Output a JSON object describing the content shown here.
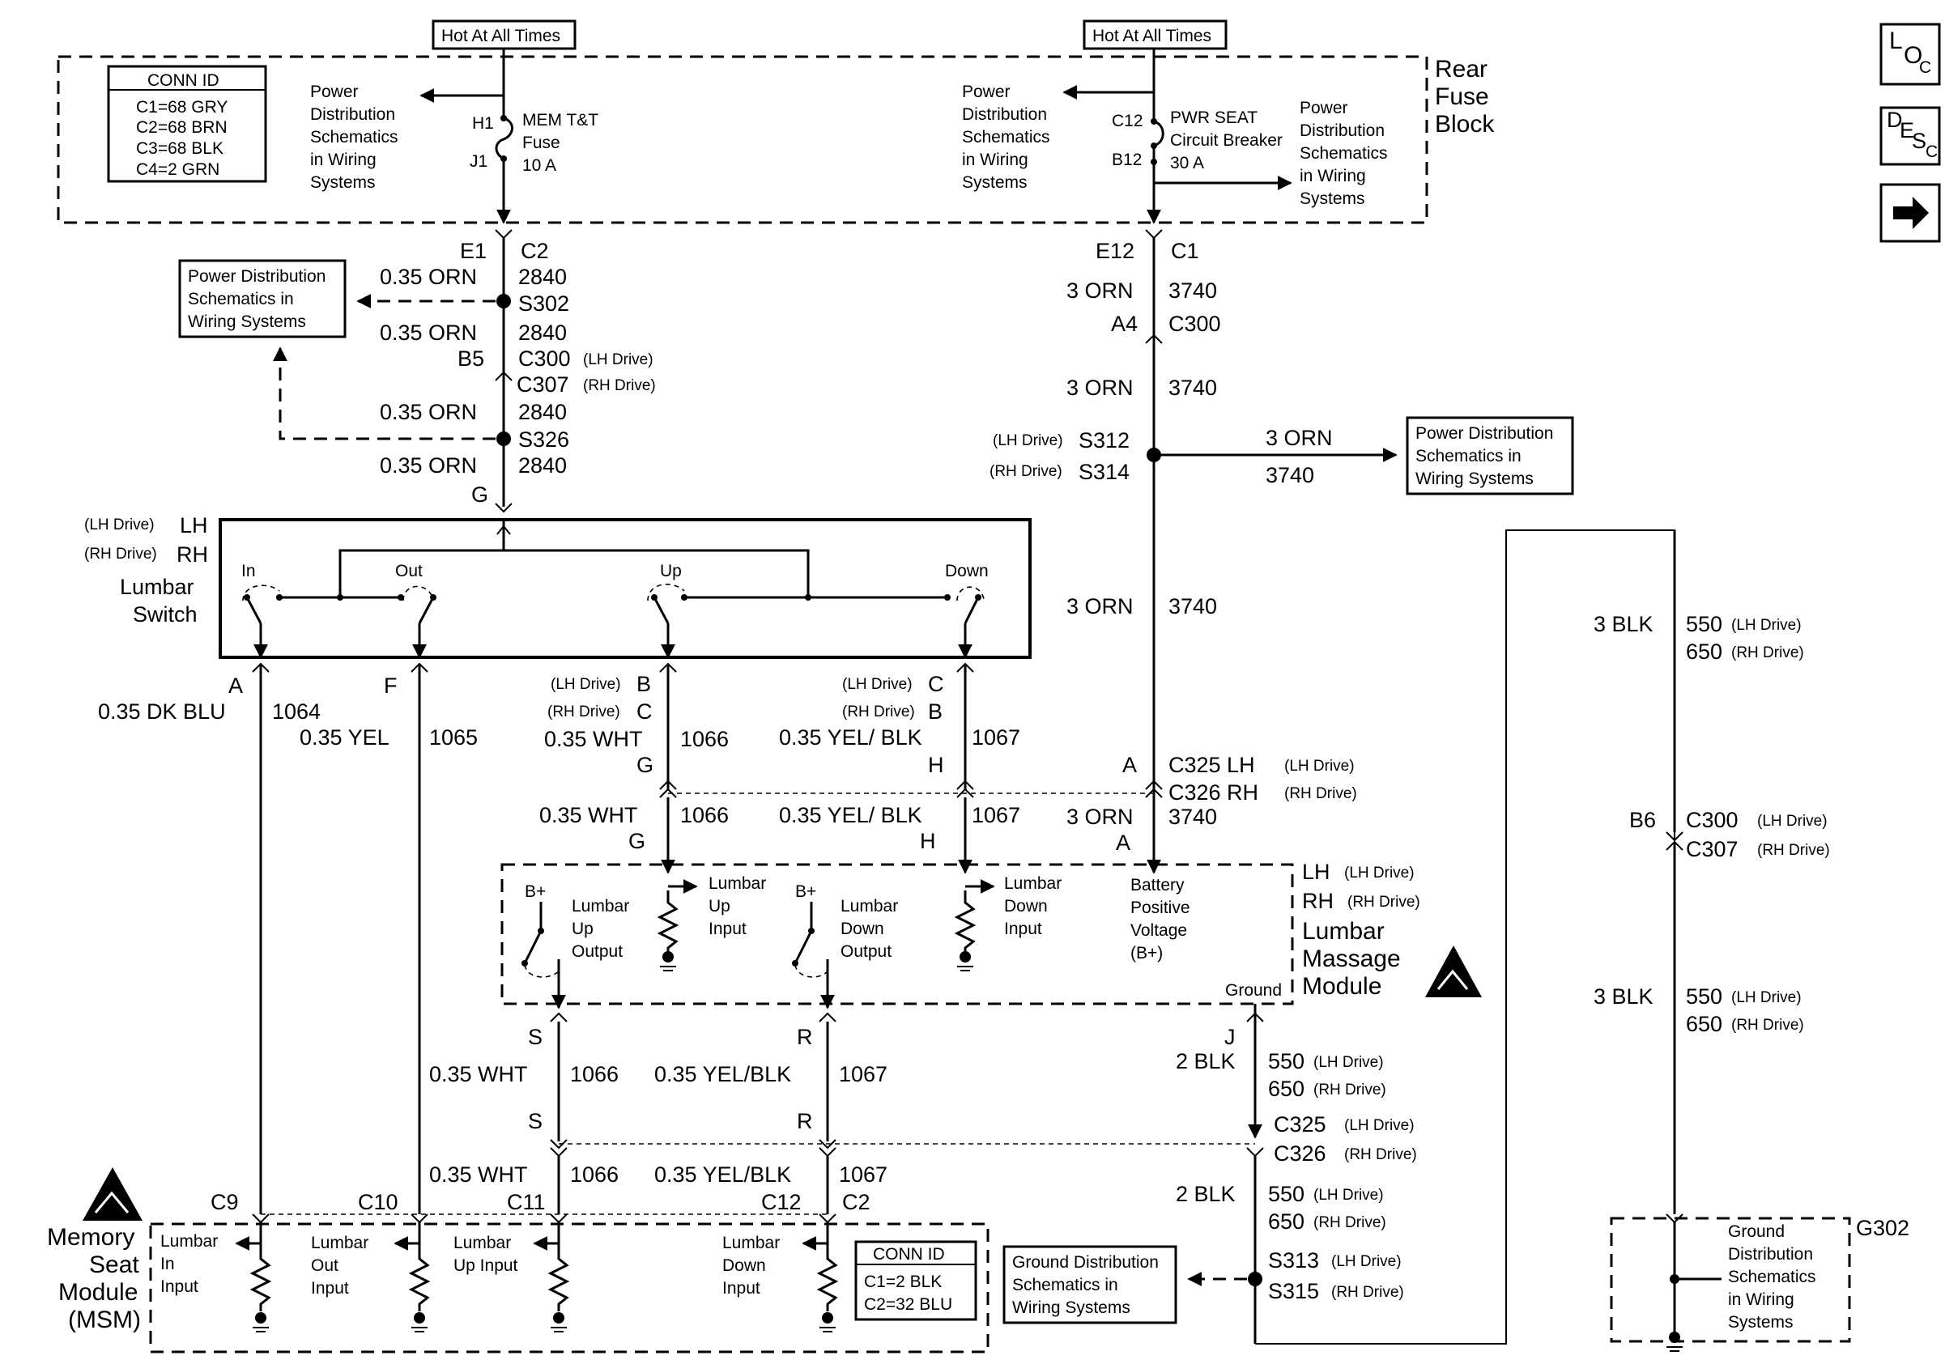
{
  "top": {
    "hot_left": "Hot At All Times",
    "hot_right": "Hot At All Times",
    "rear_fuse_block": [
      "Rear",
      "Fuse",
      "Block"
    ],
    "conn_id": {
      "title": "CONN ID",
      "lines": [
        "C1=68 GRY",
        "C2=68 BRN",
        "C3=68 BLK",
        "C4=2 GRN"
      ]
    },
    "pd_left": [
      "Power",
      "Distribution",
      "Schematics",
      "in Wiring",
      "Systems"
    ],
    "fuse_left": {
      "h1": "H1",
      "j1": "J1",
      "name": [
        "MEM T&T",
        "Fuse",
        "10 A"
      ]
    },
    "pd_mid": [
      "Power",
      "Distribution",
      "Schematics",
      "in Wiring",
      "Systems"
    ],
    "breaker": {
      "c12": "C12",
      "b12": "B12",
      "name": [
        "PWR SEAT",
        "Circuit Breaker",
        "30 A"
      ]
    },
    "pd_right": [
      "Power",
      "Distribution",
      "Schematics",
      "in Wiring",
      "Systems"
    ]
  },
  "nav_icons": {
    "loc": [
      "L",
      "O",
      "C"
    ],
    "desc": [
      "D",
      "E",
      "S",
      "C"
    ],
    "next": "next-arrow"
  },
  "left_feed": {
    "e1": "E1",
    "c2": "C2",
    "w1": "0.35 ORN",
    "c1": "2840",
    "s302": "S302",
    "w2": "0.35 ORN",
    "c2n": "2840",
    "b5": "B5",
    "c300": "C300",
    "c300_lh": "(LH Drive)",
    "c307": "C307",
    "c307_rh": "(RH Drive)",
    "w3": "0.35 ORN",
    "c3": "2840",
    "s326": "S326",
    "w4": "0.35 ORN",
    "c4": "2840",
    "g": "G",
    "pd_box": [
      "Power Distribution",
      "Schematics in",
      "Wiring Systems"
    ]
  },
  "right_feed": {
    "e12": "E12",
    "c1": "C1",
    "w1": "3 ORN",
    "n1": "3740",
    "a4": "A4",
    "c300": "C300",
    "w2": "3 ORN",
    "n2": "3740",
    "s312_pre": "(LH Drive)",
    "s312": "S312",
    "s314_pre": "(RH Drive)",
    "s314": "S314",
    "branch_w": "3 ORN",
    "branch_n": "3740",
    "pd_box": [
      "Power Distribution",
      "Schematics in",
      "Wiring Systems"
    ],
    "w3": "3 ORN",
    "n3": "3740"
  },
  "lumbar_switch": {
    "lh_pre": "(LH Drive)",
    "lh": "LH",
    "rh_pre": "(RH Drive)",
    "rh": "RH",
    "name": [
      "Lumbar",
      "Switch"
    ],
    "contacts": [
      "In",
      "Out",
      "Up",
      "Down"
    ]
  },
  "switch_outputs": {
    "a": "A",
    "a_w": "0.35 DK BLU",
    "a_n": "1064",
    "f": "F",
    "f_w": "0.35 YEL",
    "f_n": "1065",
    "b_pre": "(LH Drive)",
    "b": "B",
    "c_pre": "(RH Drive)",
    "c": "C",
    "b_w": "0.35 WHT",
    "b_n": "1066",
    "b_g": "G",
    "cc_pre": "(LH Drive)",
    "cc": "C",
    "bb_pre": "(RH Drive)",
    "bb": "B",
    "c_w": "0.35 YEL/ BLK",
    "c_n": "1067",
    "c_h": "H"
  },
  "c325": {
    "a": "A",
    "c325": "C325 LH",
    "c325_sfx": "(LH Drive)",
    "c326": "C326 RH",
    "c326_sfx": "(RH Drive)",
    "wht": "0.35 WHT",
    "wht_n": "1066",
    "g": "G",
    "yel": "0.35 YEL/ BLK",
    "yel_n": "1067",
    "h": "H",
    "orn": "3 ORN",
    "orn_n": "3740",
    "a2": "A"
  },
  "massage_module": {
    "bplus1": "B+",
    "up_out": [
      "Lumbar",
      "Up",
      "Output"
    ],
    "up_in": [
      "Lumbar",
      "Up",
      "Input"
    ],
    "bplus2": "B+",
    "down_out": [
      "Lumbar",
      "Down",
      "Output"
    ],
    "down_in": [
      "Lumbar",
      "Down",
      "Input"
    ],
    "battery": [
      "Battery",
      "Positive",
      "Voltage",
      "(B+)"
    ],
    "ground": "Ground",
    "lh": "LH",
    "lh_sfx": "(LH Drive)",
    "rh": "RH",
    "rh_sfx": "(RH Drive)",
    "name": [
      "Lumbar",
      "Massage",
      "Module"
    ]
  },
  "lower": {
    "s1": "S",
    "r1": "R",
    "wht1": "0.35 WHT",
    "wht1_n": "1066",
    "yel1": "0.35 YEL/BLK",
    "yel1_n": "1067",
    "s2": "S",
    "r2": "R",
    "wht2": "0.35 WHT",
    "wht2_n": "1066",
    "yel2": "0.35 YEL/BLK",
    "yel2_n": "1067",
    "j": "J",
    "blk1": "2 BLK",
    "n550a": "550",
    "sfx_lh_a": "(LH Drive)",
    "n650a": "650",
    "sfx_rh_a": "(RH Drive)",
    "c325": "C325",
    "c325_sfx": "(LH Drive)",
    "c326": "C326",
    "c326_sfx": "(RH Drive)",
    "blk2": "2 BLK",
    "n550b": "550",
    "sfx_lh_b": "(LH Drive)",
    "n650b": "650",
    "sfx_rh_b": "(RH Drive)",
    "s313": "S313",
    "s313_sfx": "(LH Drive)",
    "s315": "S315",
    "s315_sfx": "(RH Drive)",
    "gd_box": [
      "Ground Distribution",
      "Schematics in",
      "Wiring Systems"
    ]
  },
  "far_right": {
    "blk1": "3 BLK",
    "n550a": "550",
    "sfx_a": "(LH Drive)",
    "n650a": "650",
    "sfx_b": "(RH Drive)",
    "b6": "B6",
    "c300": "C300",
    "c300_sfx": "(LH Drive)",
    "c307": "C307",
    "c307_sfx": "(RH Drive)",
    "blk2": "3 BLK",
    "n550b": "550",
    "sfx_c": "(LH Drive)",
    "n650b": "650",
    "sfx_d": "(RH Drive)",
    "g302": "G302",
    "gd_text": [
      "Ground",
      "Distribution",
      "Schematics",
      "in Wiring",
      "Systems"
    ]
  },
  "msm": {
    "name": [
      "Memory",
      "Seat",
      "Module",
      "(MSM)"
    ],
    "c9": "C9",
    "c10": "C10",
    "c11": "C11",
    "c12": "C12",
    "c2": "C2",
    "in_input": [
      "Lumbar",
      "In",
      "Input"
    ],
    "out_input": [
      "Lumbar",
      "Out",
      "Input"
    ],
    "up_input": [
      "Lumbar",
      "Up Input"
    ],
    "down_input": [
      "Lumbar",
      "Down",
      "Input"
    ],
    "conn_id": {
      "title": "CONN ID",
      "lines": [
        "C1=2 BLK",
        "C2=32 BLU"
      ]
    }
  }
}
